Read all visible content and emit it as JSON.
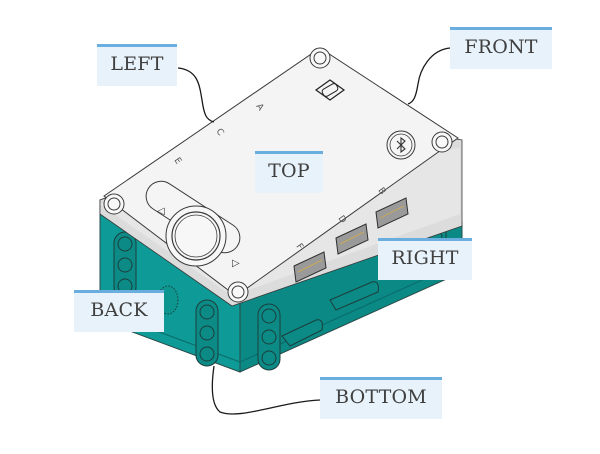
{
  "diagram": {
    "subject": "hub",
    "colors": {
      "body_teal": "#0e9a96",
      "body_teal_dark": "#0a7c79",
      "top_plate": "#f4f4f4",
      "plate_edge": "#d8d8d8",
      "outline": "#3a3a3a",
      "label_bg": "#e8f2fb",
      "label_bar": "#6aaee0",
      "label_text": "#404040",
      "leader_line": "#1a1a1a"
    },
    "labels": [
      {
        "id": "left",
        "text": "LEFT"
      },
      {
        "id": "front",
        "text": "FRONT"
      },
      {
        "id": "top",
        "text": "TOP"
      },
      {
        "id": "right",
        "text": "RIGHT"
      },
      {
        "id": "back",
        "text": "BACK"
      },
      {
        "id": "bottom",
        "text": "BOTTOM"
      }
    ],
    "port_letters": [
      "A",
      "C",
      "E",
      "B",
      "D",
      "F"
    ],
    "buttons": {
      "left_arrow": "◁",
      "right_arrow": "▷"
    }
  }
}
